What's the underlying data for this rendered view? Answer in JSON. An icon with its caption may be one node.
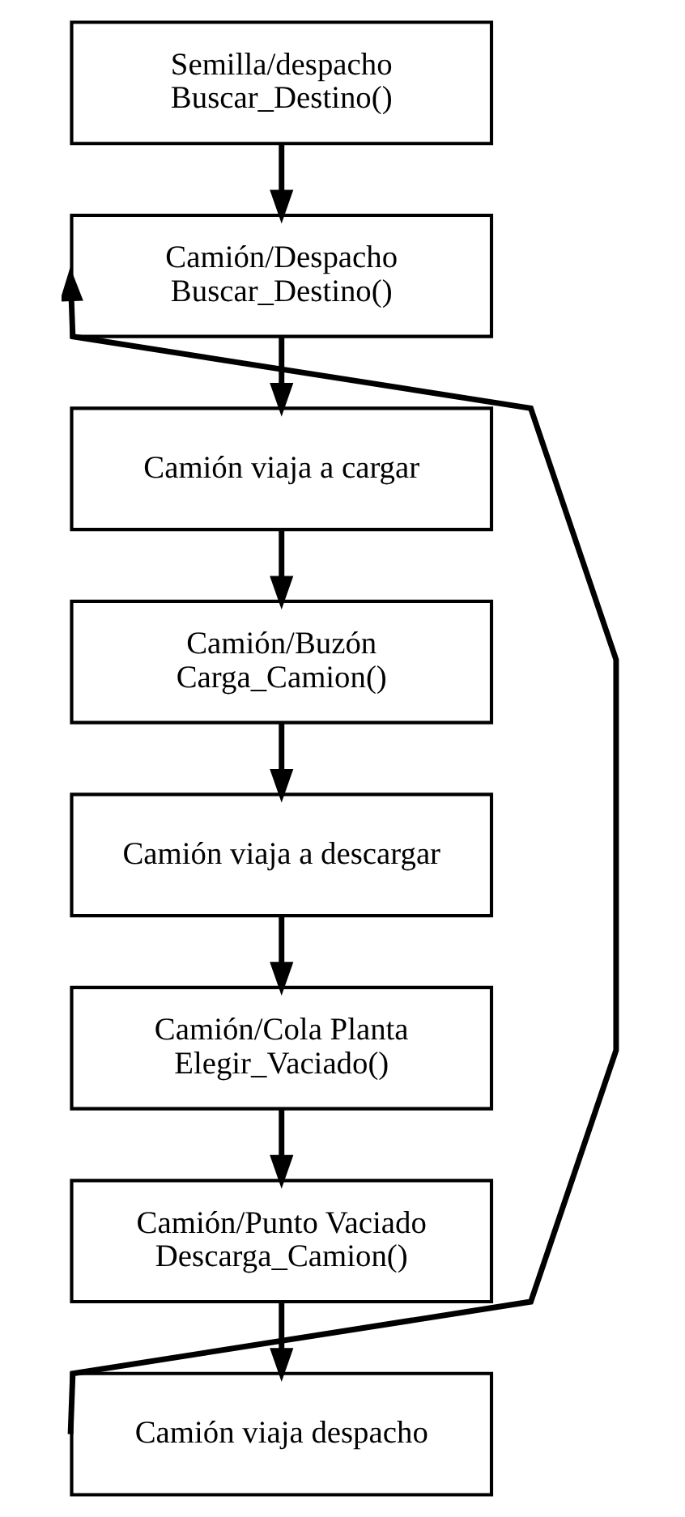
{
  "diagram": {
    "nodes": [
      {
        "text": [
          "Semilla/despacho",
          "Buscar_Destino()"
        ]
      },
      {
        "text": [
          "Camión/Despacho",
          "Buscar_Destino()"
        ]
      },
      {
        "text": [
          "Camión viaja a cargar"
        ]
      },
      {
        "text": [
          "Camión/Buzón",
          "Carga_Camion()"
        ]
      },
      {
        "text": [
          "Camión viaja a descargar"
        ]
      },
      {
        "text": [
          "Camión/Cola Planta",
          "Elegir_Vaciado()"
        ]
      },
      {
        "text": [
          "Camión/Punto Vaciado",
          "Descarga_Camion()"
        ]
      },
      {
        "text": [
          "Camión viaja despacho"
        ]
      }
    ],
    "edges": [
      {
        "from": 0,
        "to": 1,
        "arrow": "to"
      },
      {
        "from": 1,
        "to": 2,
        "arrow": "to"
      },
      {
        "from": 2,
        "to": 3,
        "arrow": "to"
      },
      {
        "from": 3,
        "to": 4,
        "arrow": "to"
      },
      {
        "from": 4,
        "to": 5,
        "arrow": "to"
      },
      {
        "from": 5,
        "to": 6,
        "arrow": "to"
      },
      {
        "from": 6,
        "to": 7,
        "arrow": "to"
      },
      {
        "from": 7,
        "to": 1,
        "arrow": "to"
      }
    ]
  }
}
